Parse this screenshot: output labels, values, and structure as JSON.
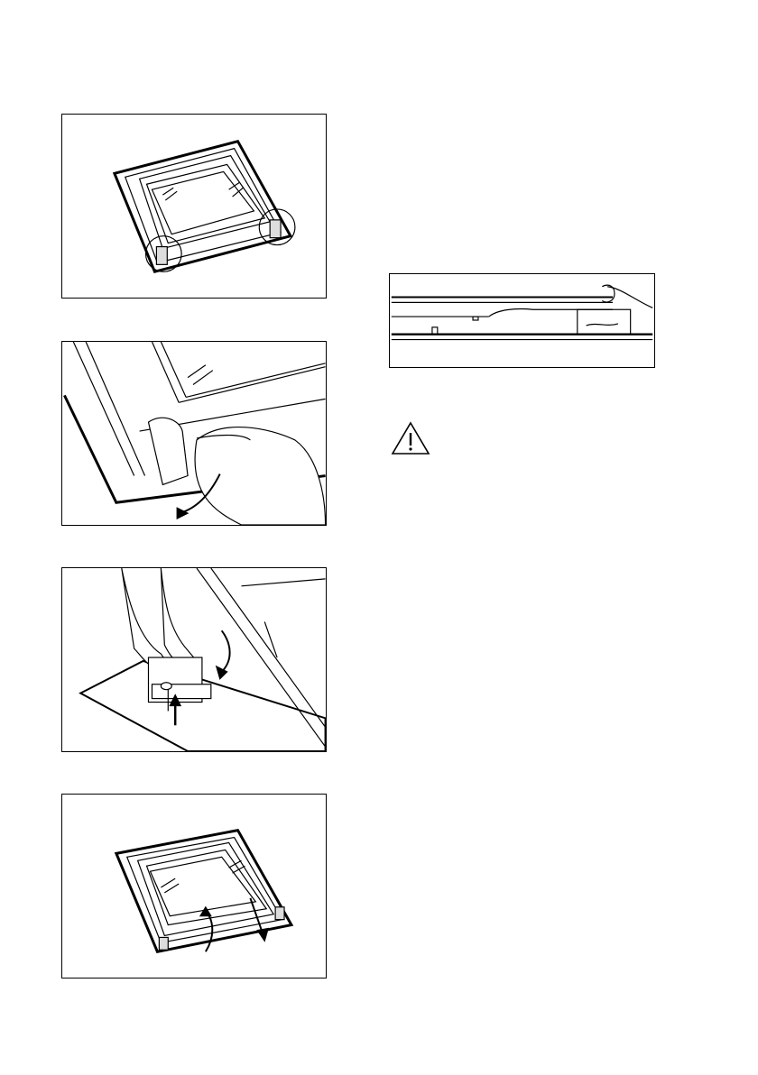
{
  "page": {
    "figures": [
      {
        "id": "fig1",
        "icon": "oven-door-hinge-circles"
      },
      {
        "id": "fig2",
        "icon": "hand-lifting-hinge-lever"
      },
      {
        "id": "fig3",
        "icon": "hands-closing-hinge-clip"
      },
      {
        "id": "fig4",
        "icon": "door-glass-panel-removal"
      },
      {
        "id": "fig5",
        "icon": "door-seal-cross-section"
      }
    ],
    "warning": {
      "icon": "warning-triangle-icon"
    }
  }
}
